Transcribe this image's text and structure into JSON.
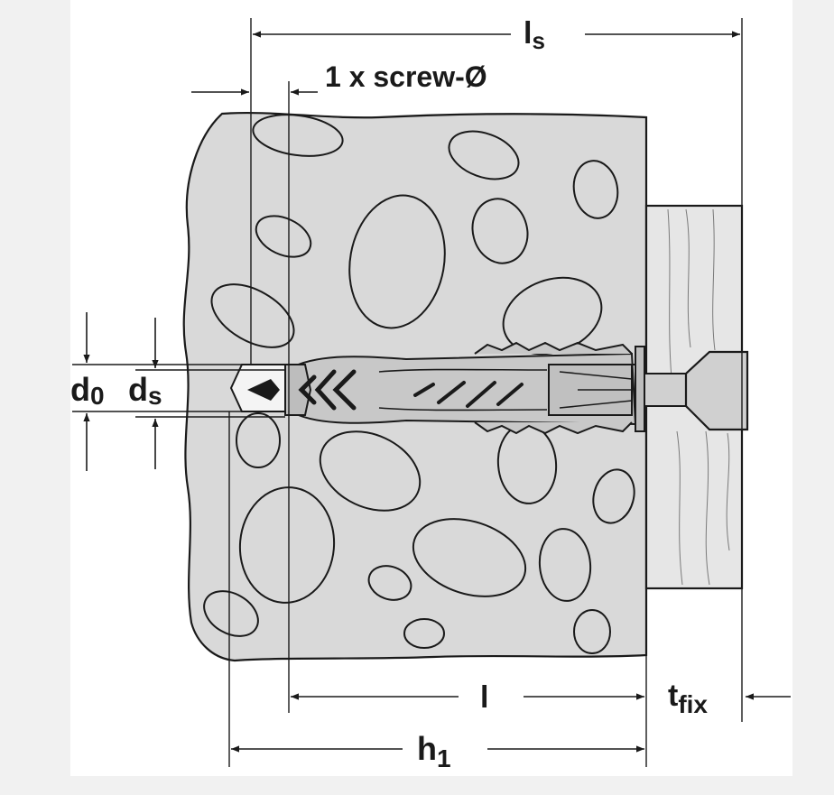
{
  "labels": {
    "ls_main": "l",
    "ls_sub": "s",
    "screw_dia": "1 x screw-Ø",
    "d0_main": "d",
    "d0_sub": "0",
    "ds_main": "d",
    "ds_sub": "s",
    "l": "l",
    "tfix_main": "t",
    "tfix_sub": "fix",
    "h1_main": "h",
    "h1_sub": "1"
  },
  "colors": {
    "ink": "#1a1a1a",
    "concrete": "#d9d9d9",
    "wood": "#e6e6e6",
    "dowel": "#c8c8c8",
    "background": "#f1f1f1",
    "panel": "#ffffff"
  }
}
